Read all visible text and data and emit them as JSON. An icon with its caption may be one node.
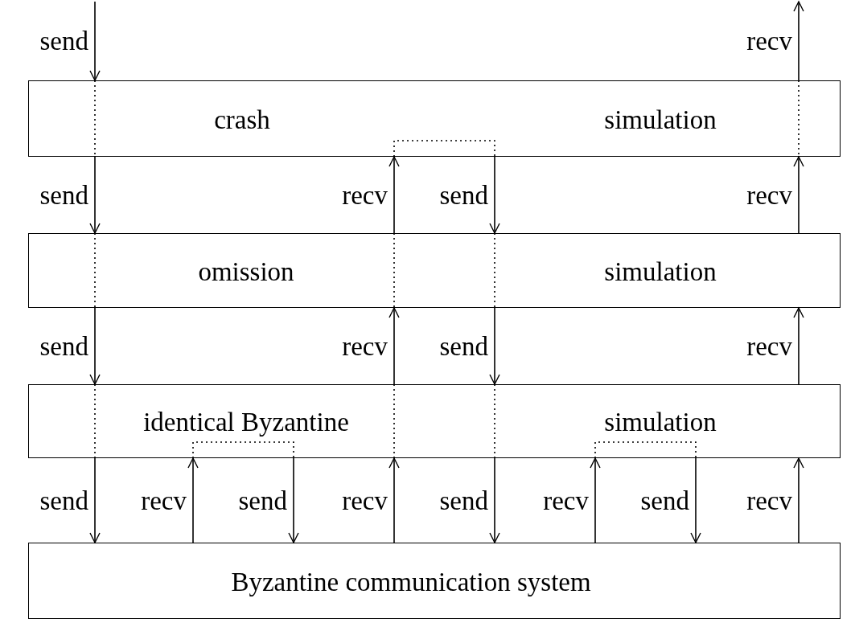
{
  "diagram": {
    "nodes": [
      {
        "text": [
          "crash",
          "simulation"
        ]
      },
      {
        "text": [
          "omission",
          "simulation"
        ]
      },
      {
        "text": [
          "identical Byzantine",
          "simulation"
        ]
      },
      {
        "text": [
          "Byzantine communication system"
        ]
      }
    ],
    "edges": [
      {
        "from": null,
        "to": 0,
        "arrow": "to",
        "label": "send"
      },
      {
        "from": 0,
        "to": null,
        "arrow": "to",
        "label": "recv"
      },
      {
        "from": 0,
        "to": 1,
        "arrow": "to",
        "label": "send"
      },
      {
        "from": 1,
        "to": 0,
        "arrow": "to",
        "label": "recv"
      },
      {
        "from": 0,
        "to": 1,
        "arrow": "to",
        "label": "send"
      },
      {
        "from": 1,
        "to": 0,
        "arrow": "to",
        "label": "recv"
      },
      {
        "from": 1,
        "to": 2,
        "arrow": "to",
        "label": "send"
      },
      {
        "from": 2,
        "to": 1,
        "arrow": "to",
        "label": "recv"
      },
      {
        "from": 1,
        "to": 2,
        "arrow": "to",
        "label": "send"
      },
      {
        "from": 2,
        "to": 1,
        "arrow": "to",
        "label": "recv"
      },
      {
        "from": 2,
        "to": 3,
        "arrow": "to",
        "label": "send"
      },
      {
        "from": 3,
        "to": 2,
        "arrow": "to",
        "label": "recv"
      },
      {
        "from": 2,
        "to": 3,
        "arrow": "to",
        "label": "send"
      },
      {
        "from": 3,
        "to": 2,
        "arrow": "to",
        "label": "recv"
      },
      {
        "from": 2,
        "to": 3,
        "arrow": "to",
        "label": "send"
      },
      {
        "from": 3,
        "to": 2,
        "arrow": "to",
        "label": "recv"
      },
      {
        "from": 2,
        "to": 3,
        "arrow": "to",
        "label": "send"
      },
      {
        "from": 3,
        "to": 2,
        "arrow": "to",
        "label": "recv"
      }
    ]
  }
}
